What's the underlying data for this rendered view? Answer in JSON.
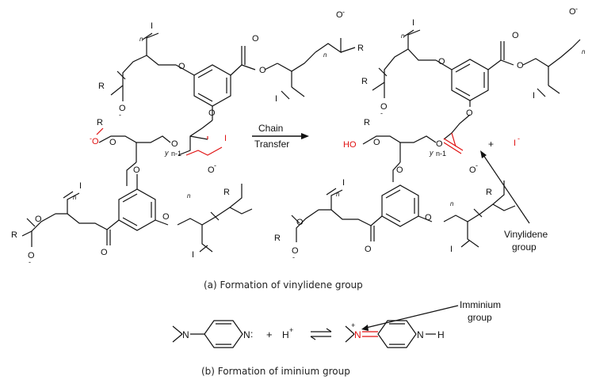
{
  "reaction_arrow": {
    "line1": "Chain",
    "line2": "Transfer"
  },
  "atoms": {
    "O": "O",
    "R": "R",
    "I": "I",
    "n": "n",
    "neg": "-",
    "y_sub": "y",
    "n_minus_1": "n-1",
    "HO": "HO",
    "iodide": "I",
    "plus": "+",
    "N": "N",
    "H": "H",
    "H_plus": "H",
    "plus_sup": "+",
    "dots": ":"
  },
  "annotations": {
    "vinylidene_line1": "Vinylidene",
    "vinylidene_line2": "group",
    "imminium_line1": "Imminium",
    "imminium_line2": "group"
  },
  "captions": {
    "a": "(a) Formation of vinylidene group",
    "b": "(b) Formation of iminium group"
  },
  "colors": {
    "highlight": "#e01010",
    "ink": "#111111"
  }
}
